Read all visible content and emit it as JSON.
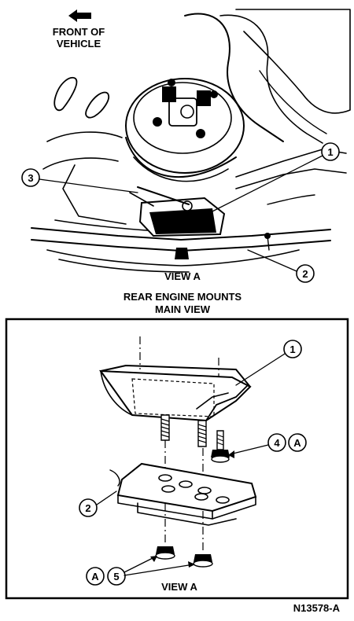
{
  "top_view": {
    "front_label_line1": "FRONT OF",
    "front_label_line2": "VEHICLE",
    "callout_1": "1",
    "callout_2": "2",
    "callout_3": "3",
    "view_label": "VIEW A"
  },
  "caption": {
    "line1": "REAR ENGINE MOUNTS",
    "line2": "MAIN VIEW"
  },
  "detail_view": {
    "callout_1": "1",
    "callout_2": "2",
    "callout_4": "4",
    "callout_5": "5",
    "ref_a_upper": "A",
    "ref_a_lower": "A",
    "view_label": "VIEW A"
  },
  "figure_id": "N13578-A"
}
